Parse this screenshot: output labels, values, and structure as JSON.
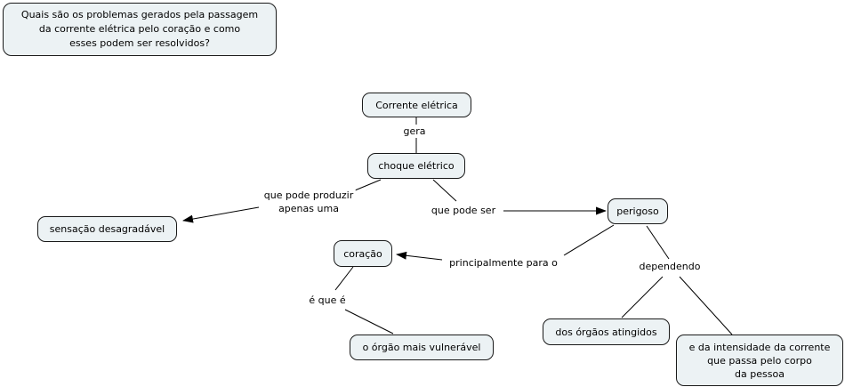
{
  "question": "Quais são os problemas gerados pela passagem\nda corrente elétrica pelo coração e como\nesses podem ser resolvidos?",
  "concepts": {
    "corrente_eletrica": "Corrente elétrica",
    "choque_eletrico": "choque elétrico",
    "sensacao_desagradavel": "sensação desagradável",
    "perigoso": "perigoso",
    "coracao": "coração",
    "orgao_mais_vulneravel": "o órgão mais vulnerável",
    "orgaos_atingidos": "dos órgãos atingidos",
    "intensidade_corrente": "e da intensidade da corrente\nque passa pelo corpo\nda pessoa"
  },
  "linking_phrases": {
    "gera": "gera",
    "que_pode_produzir": "que pode produzir\napenas uma",
    "que_pode_ser": "que pode ser",
    "principalmente_para_o": "principalmente para o",
    "e_que_e": "é que é",
    "dependendo": "dependendo"
  },
  "relations": [
    {
      "from": "Corrente elétrica",
      "label": "gera",
      "to": "choque elétrico"
    },
    {
      "from": "choque elétrico",
      "label": "que pode produzir apenas uma",
      "to": "sensação desagradável"
    },
    {
      "from": "choque elétrico",
      "label": "que pode ser",
      "to": "perigoso"
    },
    {
      "from": "perigoso",
      "label": "principalmente para o",
      "to": "coração"
    },
    {
      "from": "coração",
      "label": "é que é",
      "to": "o órgão mais vulnerável"
    },
    {
      "from": "perigoso",
      "label": "dependendo",
      "to": "dos órgãos atingidos"
    },
    {
      "from": "perigoso",
      "label": "dependendo",
      "to": "e da intensidade da corrente que passa pelo corpo da pessoa"
    }
  ],
  "colors": {
    "node_fill": "#ecf2f4",
    "node_border": "#1a1a1a",
    "line": "#000000",
    "background": "#ffffff"
  }
}
